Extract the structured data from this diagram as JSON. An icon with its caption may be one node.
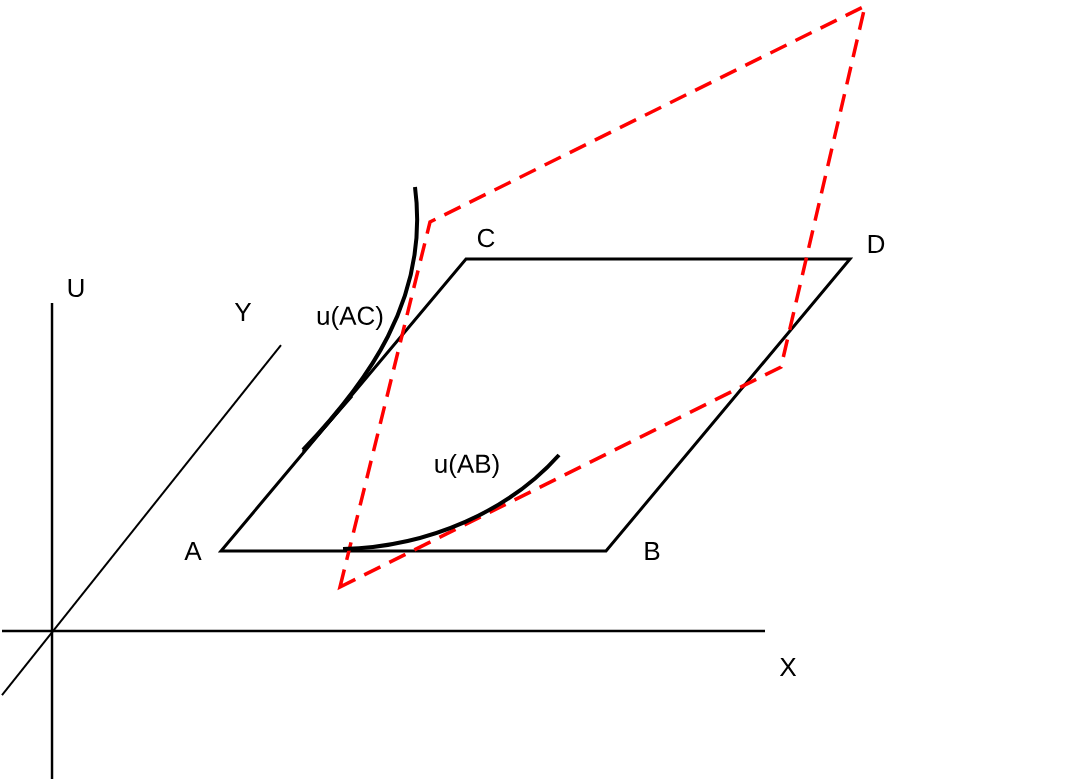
{
  "diagram": {
    "labels": [
      "C",
      "D",
      "U",
      "Y",
      "u(AC)",
      "u(AB)",
      "A",
      "B",
      "X"
    ]
  }
}
